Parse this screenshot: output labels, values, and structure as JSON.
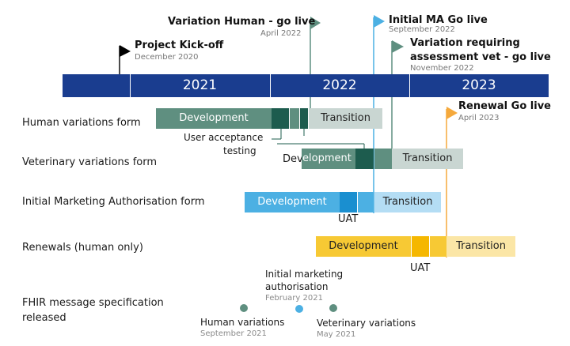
{
  "timeline": {
    "years": [
      "2021",
      "2022",
      "2023"
    ]
  },
  "rows": {
    "human": "Human variations form",
    "vet": "Veterinary variations form",
    "ima": "Initial Marketing Authorisation form",
    "ren": "Renewals (human only)",
    "fhir_line1": "FHIR message specification",
    "fhir_line2": "released"
  },
  "segments": {
    "development": "Development",
    "transition": "Transition",
    "uat": "UAT",
    "uat_human_line1": "User acceptance",
    "uat_human_line2": "testing",
    "vet_dev_left": "Dev",
    "vet_dev_right": "elopment"
  },
  "milestones": {
    "kickoff": {
      "title": "Project Kick-off",
      "date": "December 2020"
    },
    "human_golive": {
      "title": "Variation Human - go live",
      "date": "April 2022"
    },
    "ma_golive": {
      "title": "Initial MA Go live",
      "date": "September 2022"
    },
    "vet_golive": {
      "title_line1": "Variation requiring",
      "title_line2": "assessment vet - go live",
      "date": "November 2022"
    },
    "renewal_golive": {
      "title": "Renewal Go live",
      "date": "April 2023"
    }
  },
  "fhir": {
    "initial": {
      "line1": "Initial marketing",
      "line2": "authorisation",
      "date": "February 2021"
    },
    "human": {
      "label": "Human variations",
      "date": "September 2021"
    },
    "vet": {
      "label": "Veterinary variations",
      "date": "May 2021"
    }
  },
  "colors": {
    "year_bar": "#1a3d8f",
    "human_dev": "#5f8f80",
    "human_uat": "#1d5c4e",
    "human_transition": "#c9d6d2",
    "ima_dev": "#4cb0e3",
    "ima_uat": "#1a8fd0",
    "ima_transition": "#b4ddf4",
    "ren_dev": "#f7c934",
    "ren_uat": "#f5b700",
    "ren_transition": "#fbe6a6",
    "renewal_flag": "#f5a93c"
  }
}
